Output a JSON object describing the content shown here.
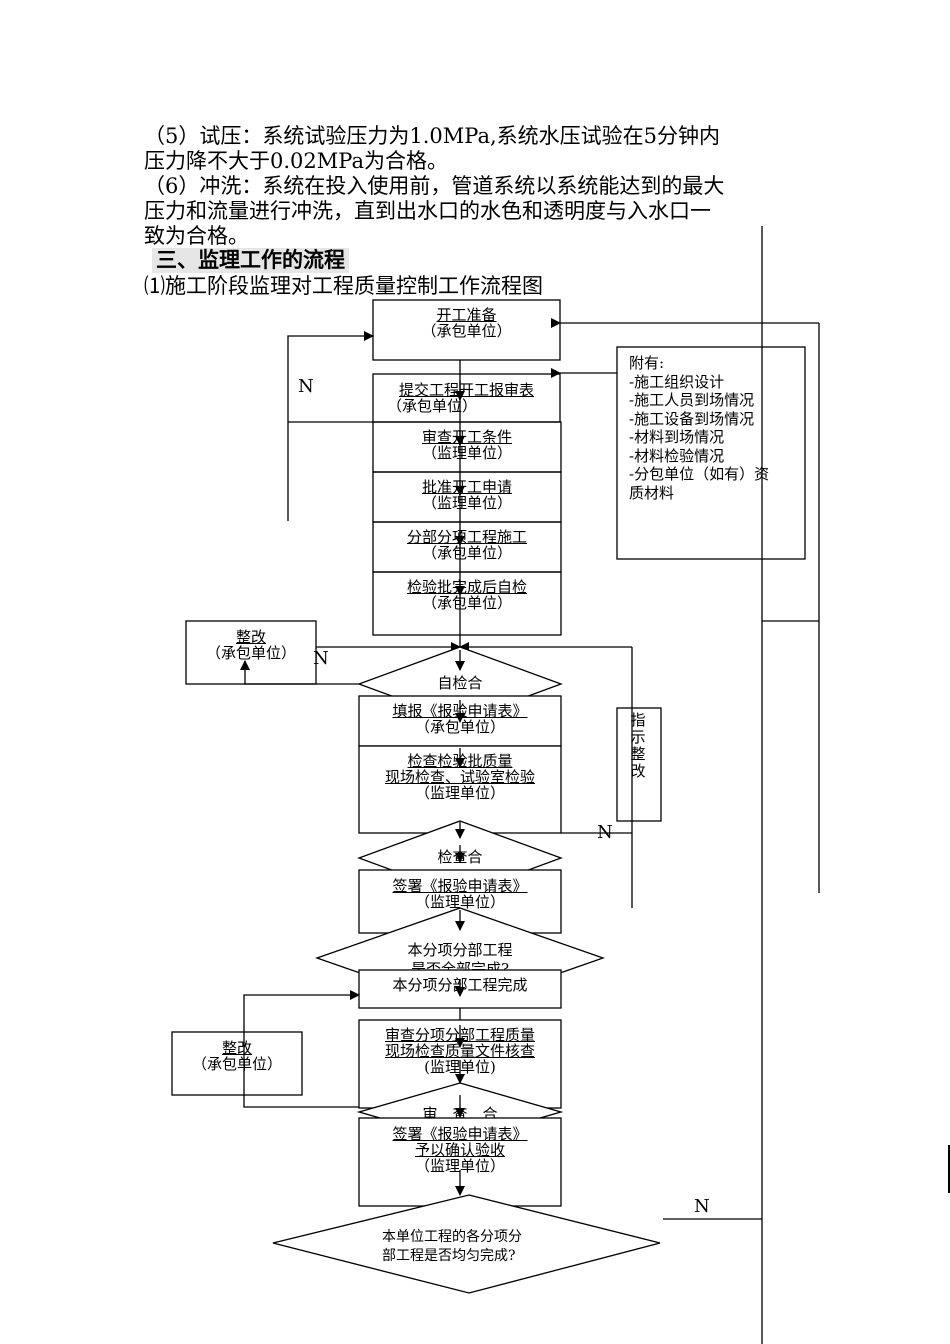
{
  "document": {
    "paragraphs": [
      "（5）试压：系统试验压力为1.0MPa,系统水压试验在5分钟内",
      "压力降不大于0.02MPa为合格。",
      "（6）冲洗：系统在投入使用前，管道系统以系统能达到的最大",
      "压力和流量进行冲洗，直到出水口的水色和透明度与入水口一",
      "致为合格。"
    ],
    "section_heading": "三、监理工作的流程",
    "figure_title": "⑴施工阶段监理对工程质量控制工作流程图"
  },
  "flowchart": {
    "steps": [
      {
        "title": "开工准备",
        "unit": "（承包单位）"
      },
      {
        "title": "提交工程开工报审表",
        "unit": "（承包单位）"
      },
      {
        "title": "审查开工条件",
        "unit": "（监理单位）"
      },
      {
        "title": "批准开工申请",
        "unit": "（监理单位）"
      },
      {
        "title": "分部分项工程施工",
        "unit": "（承包单位）"
      },
      {
        "title": "检验批完成后自检",
        "unit": "（承包单位）"
      },
      {
        "title": "填报《报验申请表》",
        "unit": "（承包单位）"
      },
      {
        "title": "检查检验批质量",
        "title2": "现场检查、试验室检验",
        "unit": "（监理单位）"
      },
      {
        "title": "签署《报验申请表》",
        "unit": "（监理单位）"
      },
      {
        "title": "本分项分部工程完成"
      },
      {
        "title": "审查分项分部工程质量",
        "title2": "现场检查质量文件核查",
        "unit": "(监理单位)"
      },
      {
        "title": "签署《报验申请表》",
        "title2": "予以确认验收",
        "unit": "（监理单位）"
      }
    ],
    "decisions": {
      "self_check": "自检合",
      "inspection": "检查合",
      "subsection_done": "本分项分部工程",
      "subsection_done_2": "是否全部完成?",
      "review": "审　查　合",
      "final_line1": "本单位工程的各分项分",
      "final_line2": "部工程是否均匀完成?"
    },
    "rectify_boxes": [
      {
        "title": "整改",
        "unit": "（承包单位）"
      },
      {
        "title": "整改",
        "unit": "（承包单位）"
      }
    ],
    "instruct_rectify": "指示整改",
    "attachment_note": {
      "header": "附有:",
      "items": [
        "-施工组织设计",
        "-施工人员到场情况",
        "-施工设备到场情况",
        "-材料到场情况",
        "-材料检验情况",
        "-分包单位（如有）资",
        "质材料"
      ]
    },
    "no_label": "N"
  }
}
